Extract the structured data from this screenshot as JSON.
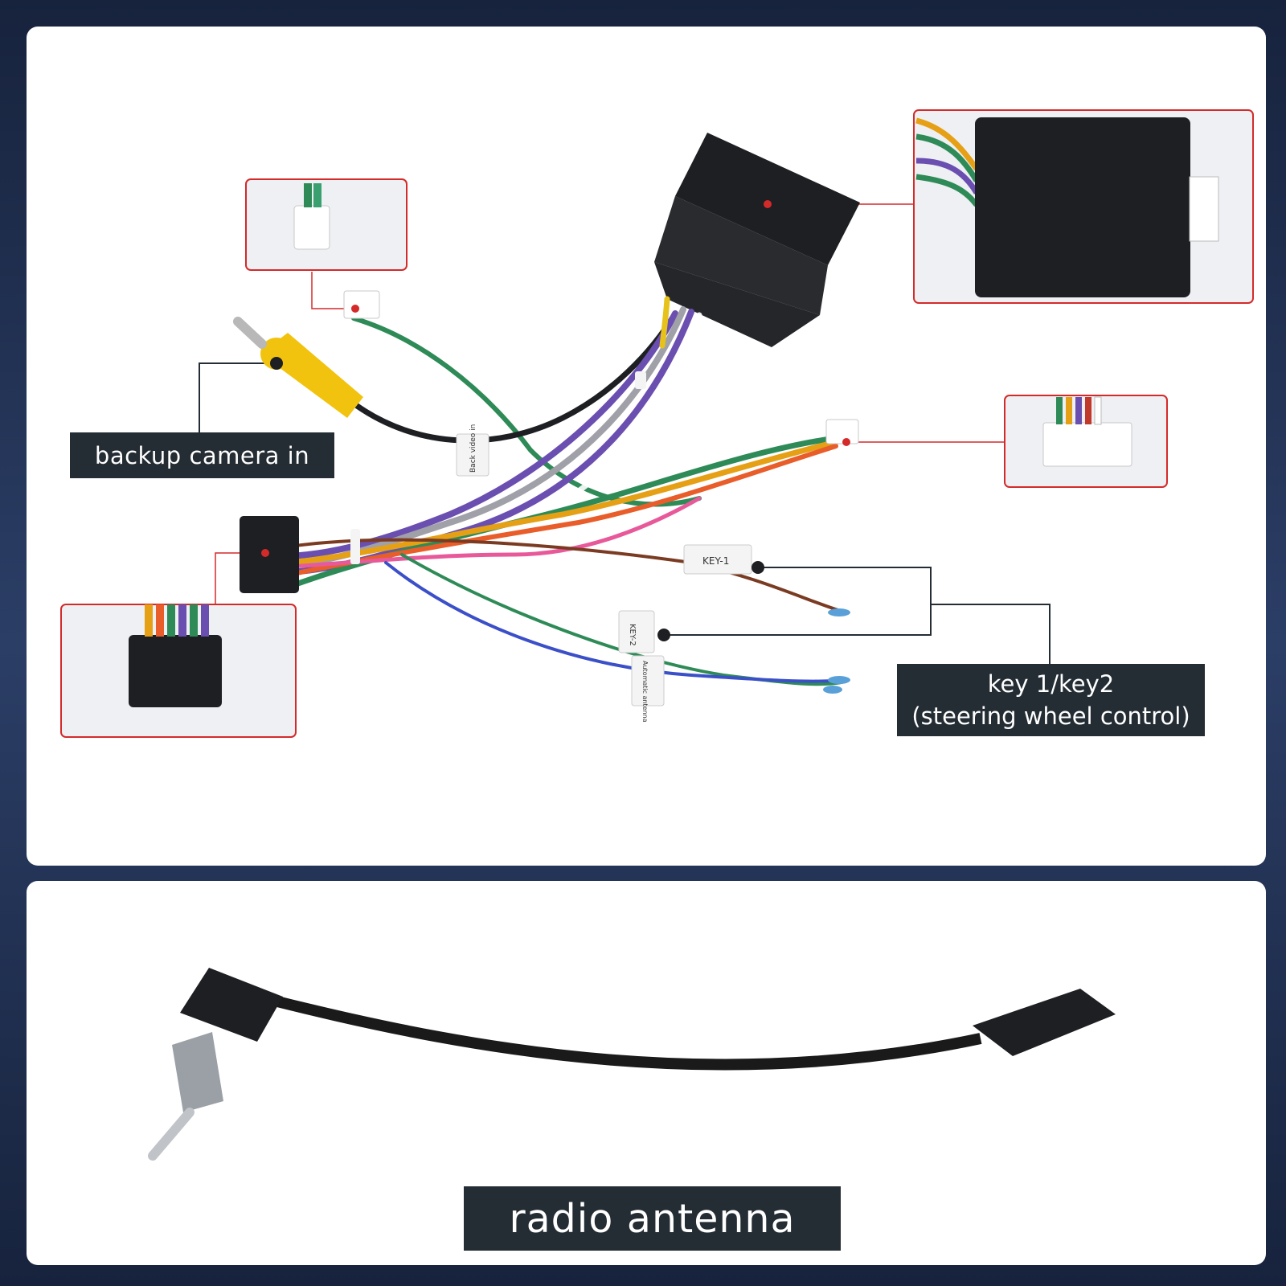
{
  "labels": {
    "backup_camera": "backup camera in",
    "key_line1": "key 1/key2",
    "key_line2": "(steering wheel control)",
    "radio_antenna": "radio antenna"
  },
  "wire_tags": {
    "back_video": "Back video in",
    "key1": "KEY-1",
    "key2": "KEY-2",
    "auto_antenna": "Automatic antenna"
  },
  "colors": {
    "background": "#1f2e4e",
    "panel": "#ffffff",
    "label_bg": "#242c34",
    "callout_red": "#d42a2a",
    "connector_black": "#1e1f22"
  }
}
